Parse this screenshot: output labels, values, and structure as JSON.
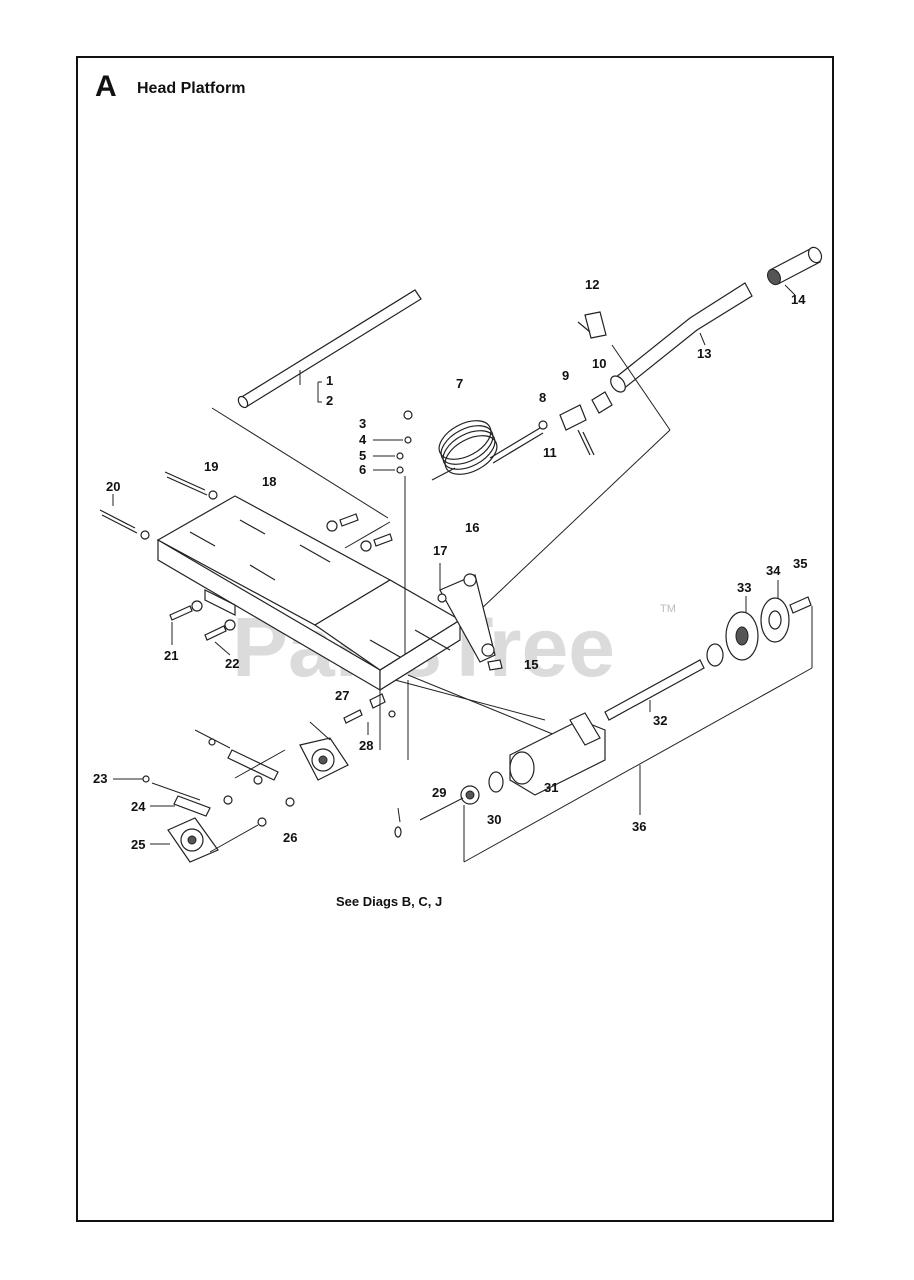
{
  "header": {
    "section_letter": "A",
    "title": "Head Platform"
  },
  "watermark": {
    "text": "PartsTree",
    "trademark": "TM"
  },
  "reference_note": "See Diags B, C, J",
  "part_labels": [
    {
      "id": "1",
      "text": "1"
    },
    {
      "id": "2",
      "text": "2"
    },
    {
      "id": "3",
      "text": "3"
    },
    {
      "id": "4",
      "text": "4"
    },
    {
      "id": "5",
      "text": "5"
    },
    {
      "id": "6",
      "text": "6"
    },
    {
      "id": "7",
      "text": "7"
    },
    {
      "id": "8",
      "text": "8"
    },
    {
      "id": "9",
      "text": "9"
    },
    {
      "id": "10",
      "text": "10"
    },
    {
      "id": "11",
      "text": "11"
    },
    {
      "id": "12",
      "text": "12"
    },
    {
      "id": "13",
      "text": "13"
    },
    {
      "id": "14",
      "text": "14"
    },
    {
      "id": "15",
      "text": "15"
    },
    {
      "id": "16",
      "text": "16"
    },
    {
      "id": "17",
      "text": "17"
    },
    {
      "id": "18",
      "text": "18"
    },
    {
      "id": "19",
      "text": "19"
    },
    {
      "id": "20",
      "text": "20"
    },
    {
      "id": "21",
      "text": "21"
    },
    {
      "id": "22",
      "text": "22"
    },
    {
      "id": "23",
      "text": "23"
    },
    {
      "id": "24",
      "text": "24"
    },
    {
      "id": "25",
      "text": "25"
    },
    {
      "id": "26",
      "text": "26"
    },
    {
      "id": "27",
      "text": "27"
    },
    {
      "id": "28",
      "text": "28"
    },
    {
      "id": "29",
      "text": "29"
    },
    {
      "id": "30",
      "text": "30"
    },
    {
      "id": "31",
      "text": "31"
    },
    {
      "id": "32",
      "text": "32"
    },
    {
      "id": "33",
      "text": "33"
    },
    {
      "id": "34",
      "text": "34"
    },
    {
      "id": "35",
      "text": "35"
    },
    {
      "id": "36",
      "text": "36"
    }
  ]
}
